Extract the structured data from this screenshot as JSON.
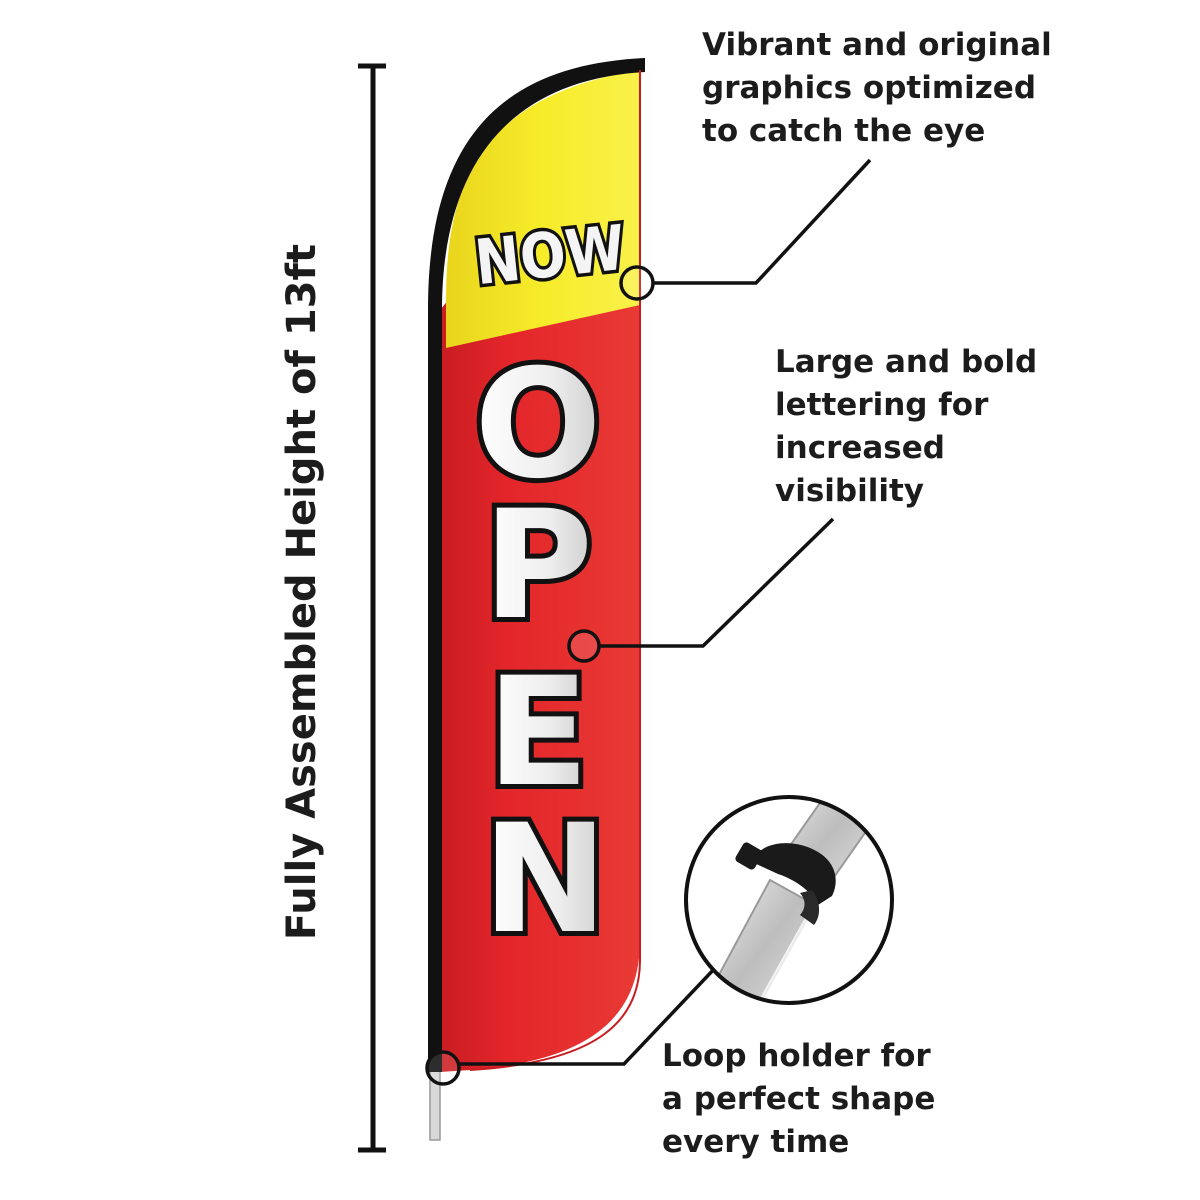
{
  "flag": {
    "top_word": "NOW",
    "letters": [
      "O",
      "P",
      "E",
      "N"
    ],
    "colors": {
      "red": "#e4262a",
      "yellow": "#f7ec2a",
      "pole": "#111111",
      "letter_fill": "#f2f2f2",
      "letter_outline": "#111111"
    }
  },
  "height_label": "Fully Assembled Height of 13ft",
  "callouts": [
    {
      "lines": [
        "Vibrant and original",
        "graphics optimized",
        "to catch the eye"
      ]
    },
    {
      "lines": [
        "Large and bold",
        "lettering for",
        "increased",
        "visibility"
      ]
    },
    {
      "lines": [
        "Loop holder for",
        "a perfect shape",
        "every time"
      ]
    }
  ],
  "detail_inset": {
    "icon": "loop-holder-clip-icon"
  }
}
